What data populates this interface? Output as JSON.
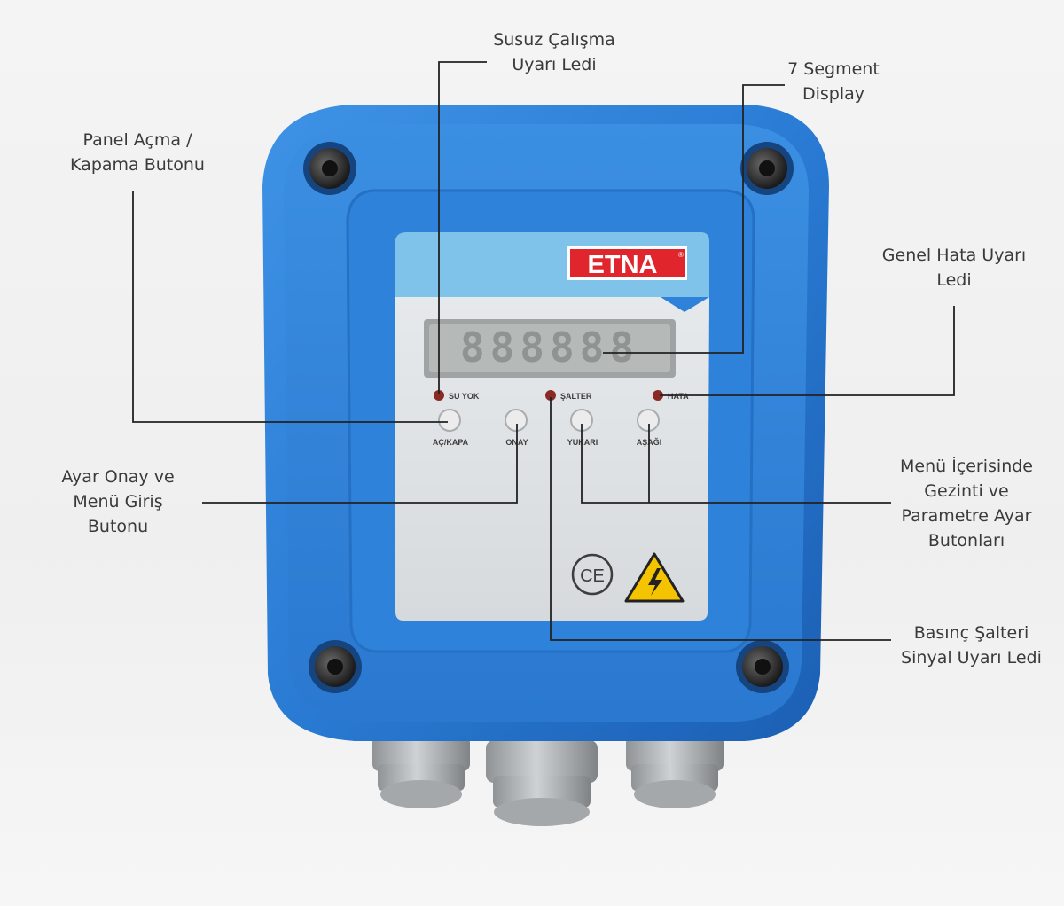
{
  "device": {
    "brand": "ETNA",
    "brand_mark": "®",
    "display_digits": "888888",
    "indicators": {
      "su_yok": "SU YOK",
      "salter": "ŞALTER",
      "hata": "HATA"
    },
    "buttons": {
      "ac_kapa": "AÇ/KAPA",
      "onay": "ONAY",
      "yukari": "YUKARI",
      "asagi": "AŞAĞI"
    },
    "ce_mark": "CE",
    "colors": {
      "housing": "#2f80d8",
      "brand_red": "#e0262c",
      "led_off": "#8a2a24",
      "panel": "#dfe3e6"
    }
  },
  "callouts": {
    "susuz": [
      "Susuz Çalışma",
      "Uyarı Ledi"
    ],
    "segment": [
      "7 Segment",
      "Display"
    ],
    "panel": [
      "Panel Açma /",
      "Kapama Butonu"
    ],
    "genel_hata": [
      "Genel Hata Uyarı",
      "Ledi"
    ],
    "ayar_onay": [
      "Ayar Onay ve",
      "Menü Giriş",
      "Butonu"
    ],
    "menu": [
      "Menü İçerisinde",
      "Gezinti ve",
      "Parametre Ayar",
      "Butonları"
    ],
    "basinc": [
      "Basınç Şalteri",
      "Sinyal Uyarı Ledi"
    ]
  }
}
